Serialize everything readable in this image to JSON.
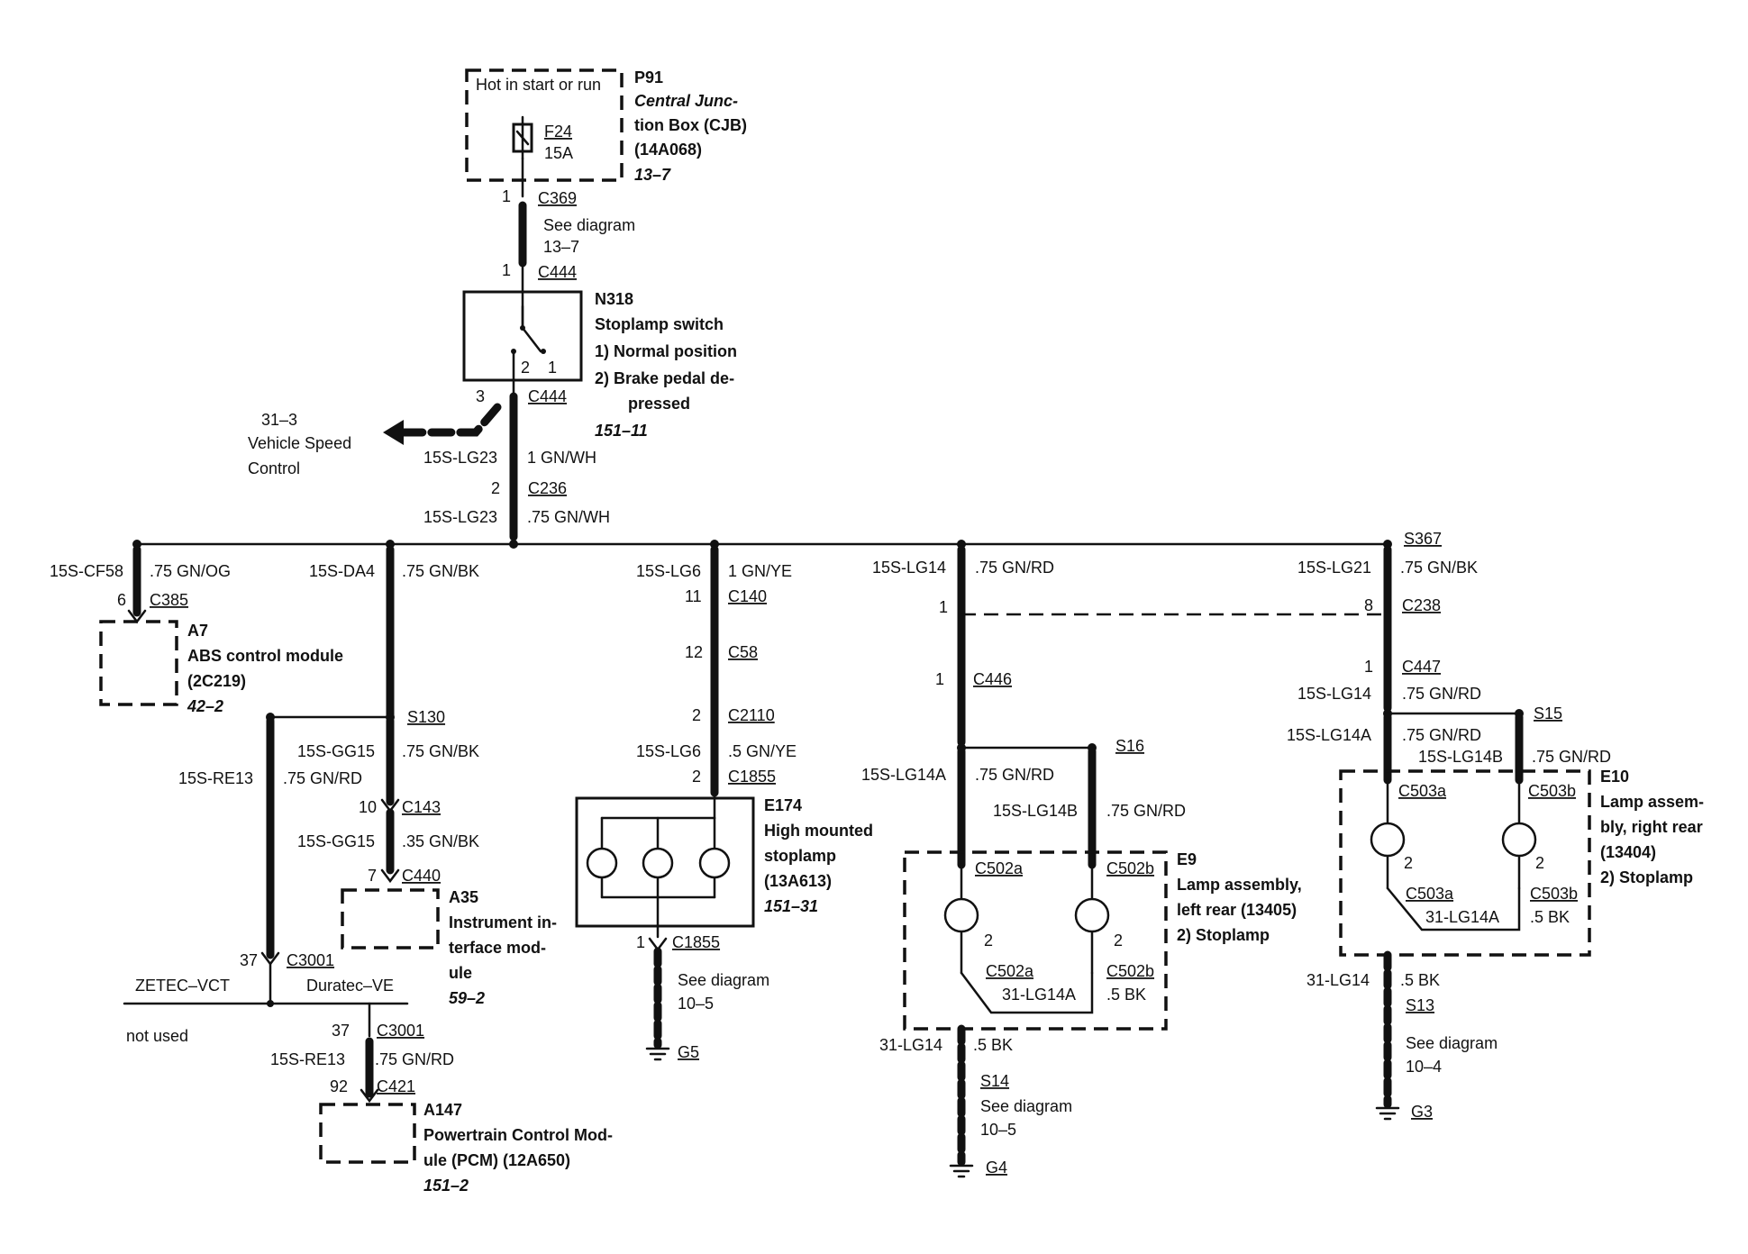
{
  "p91": {
    "hot": "Hot in start or run",
    "fuse": "F24",
    "amps": "15A",
    "id": "P91",
    "name1": "Central Junc-",
    "name2": "tion Box (CJB)",
    "name3": "(14A068)",
    "ref": "13–7"
  },
  "c369": {
    "pin": "1",
    "name": "C369",
    "see": "See diagram",
    "ref": "13–7"
  },
  "c444_top": {
    "pin": "1",
    "name": "C444"
  },
  "n318": {
    "id": "N318",
    "name": "Stoplamp switch",
    "opt1": "1)   Normal position",
    "opt2a": "2)   Brake pedal de-",
    "opt2b": "pressed",
    "ref": "151–11",
    "pin2": "2",
    "pin1": "1"
  },
  "c444_bot": {
    "pin": "3",
    "name": "C444"
  },
  "vsc": {
    "ref": "31–3",
    "line1": "Vehicle Speed",
    "line2": "Control"
  },
  "main": {
    "circ1": "15S-LG23",
    "col1": "1 GN/WH",
    "c236_pin": "2",
    "c236": "C236",
    "circ2": "15S-LG23",
    "col2": ".75 GN/WH"
  },
  "abs": {
    "circ": "15S-CF58",
    "col": ".75 GN/OG",
    "pin": "6",
    "conn": "C385",
    "id": "A7",
    "name1": "ABS control module",
    "name2": "(2C219)",
    "ref": "42–2"
  },
  "ic": {
    "circ": "15S-DA4",
    "col": ".75 GN/BK",
    "splice": "S130",
    "circ2": "15S-GG15",
    "col2": ".75 GN/BK",
    "c143_pin": "10",
    "c143": "C143",
    "circ3": "15S-GG15",
    "col3": ".35 GN/BK",
    "c440_pin": "7",
    "c440": "C440",
    "id": "A35",
    "name1": "Instrument in-",
    "name2": "terface mod-",
    "name3": "ule",
    "ref": "59–2"
  },
  "pcm": {
    "circ": "15S-RE13",
    "col": ".75 GN/RD",
    "pin": "37",
    "conn": "C3001",
    "zetec": "ZETEC–VCT",
    "duratec": "Duratec–VE",
    "notused": "not used",
    "pin2": "37",
    "conn2": "C3001",
    "circ2": "15S-RE13",
    "col2": ".75 GN/RD",
    "pin3": "92",
    "conn3": "C421",
    "id": "A147",
    "name1": "Powertrain Control Mod-",
    "name2": "ule (PCM) (12A650)",
    "ref": "151–2"
  },
  "chmsl": {
    "circ": "15S-LG6",
    "col": "1 GN/YE",
    "c140_pin": "11",
    "c140": "C140",
    "c58_pin": "12",
    "c58": "C58",
    "c2110_pin": "2",
    "c2110": "C2110",
    "circ2": "15S-LG6",
    "col2": ".5 GN/YE",
    "c1855_pin": "2",
    "c1855": "C1855",
    "id": "E174",
    "name1": "High mounted",
    "name2": "stoplamp",
    "name3": "(13A613)",
    "ref": "151–31",
    "gnd_pin": "1",
    "gnd_conn": "C1855",
    "see": "See diagram",
    "see_ref": "10–5",
    "ground": "G5"
  },
  "lh": {
    "circ": "15S-LG14",
    "col": ".75 GN/RD",
    "c238_pin": "1",
    "c446_pin": "1",
    "c446": "C446",
    "splice": "S16",
    "circ_a": "15S-LG14A",
    "col_a": ".75 GN/RD",
    "circ_b": "15S-LG14B",
    "col_b": ".75 GN/RD",
    "c502a": "C502a",
    "c502b": "C502b",
    "pin_a": "2",
    "pin_b": "2",
    "c502a_lo": "C502a",
    "c502b_lo": "C502b",
    "gnd_circ_in": "31-LG14A",
    "gnd_col_in": ".5 BK",
    "id": "E9",
    "name1": "Lamp assembly,",
    "name2": "left rear (13405)",
    "name3": "2)   Stoplamp",
    "gnd_circ": "31-LG14",
    "gnd_col": ".5 BK",
    "gsplice": "S14",
    "see": "See diagram",
    "see_ref": "10–5",
    "ground": "G4"
  },
  "rh": {
    "splice_top": "S367",
    "circ": "15S-LG21",
    "col": ".75 GN/BK",
    "c238_pin": "8",
    "c238": "C238",
    "c447_pin": "1",
    "c447": "C447",
    "circ2": "15S-LG14",
    "col2": ".75 GN/RD",
    "splice": "S15",
    "circ_a": "15S-LG14A",
    "col_a": ".75 GN/RD",
    "circ_b": "15S-LG14B",
    "col_b": ".75 GN/RD",
    "c503a": "C503a",
    "c503b": "C503b",
    "pin_a": "2",
    "pin_b": "2",
    "c503a_lo": "C503a",
    "c503b_lo": "C503b",
    "gnd_circ_in": "31-LG14A",
    "gnd_col_in": ".5 BK",
    "id": "E10",
    "name1": "Lamp assem-",
    "name2": "bly, right rear",
    "name3": "(13404)",
    "name4": "2)   Stoplamp",
    "gnd_circ": "31-LG14",
    "gnd_col": ".5 BK",
    "gsplice": "S13",
    "see": "See diagram",
    "see_ref": "10–4",
    "ground": "G3"
  }
}
